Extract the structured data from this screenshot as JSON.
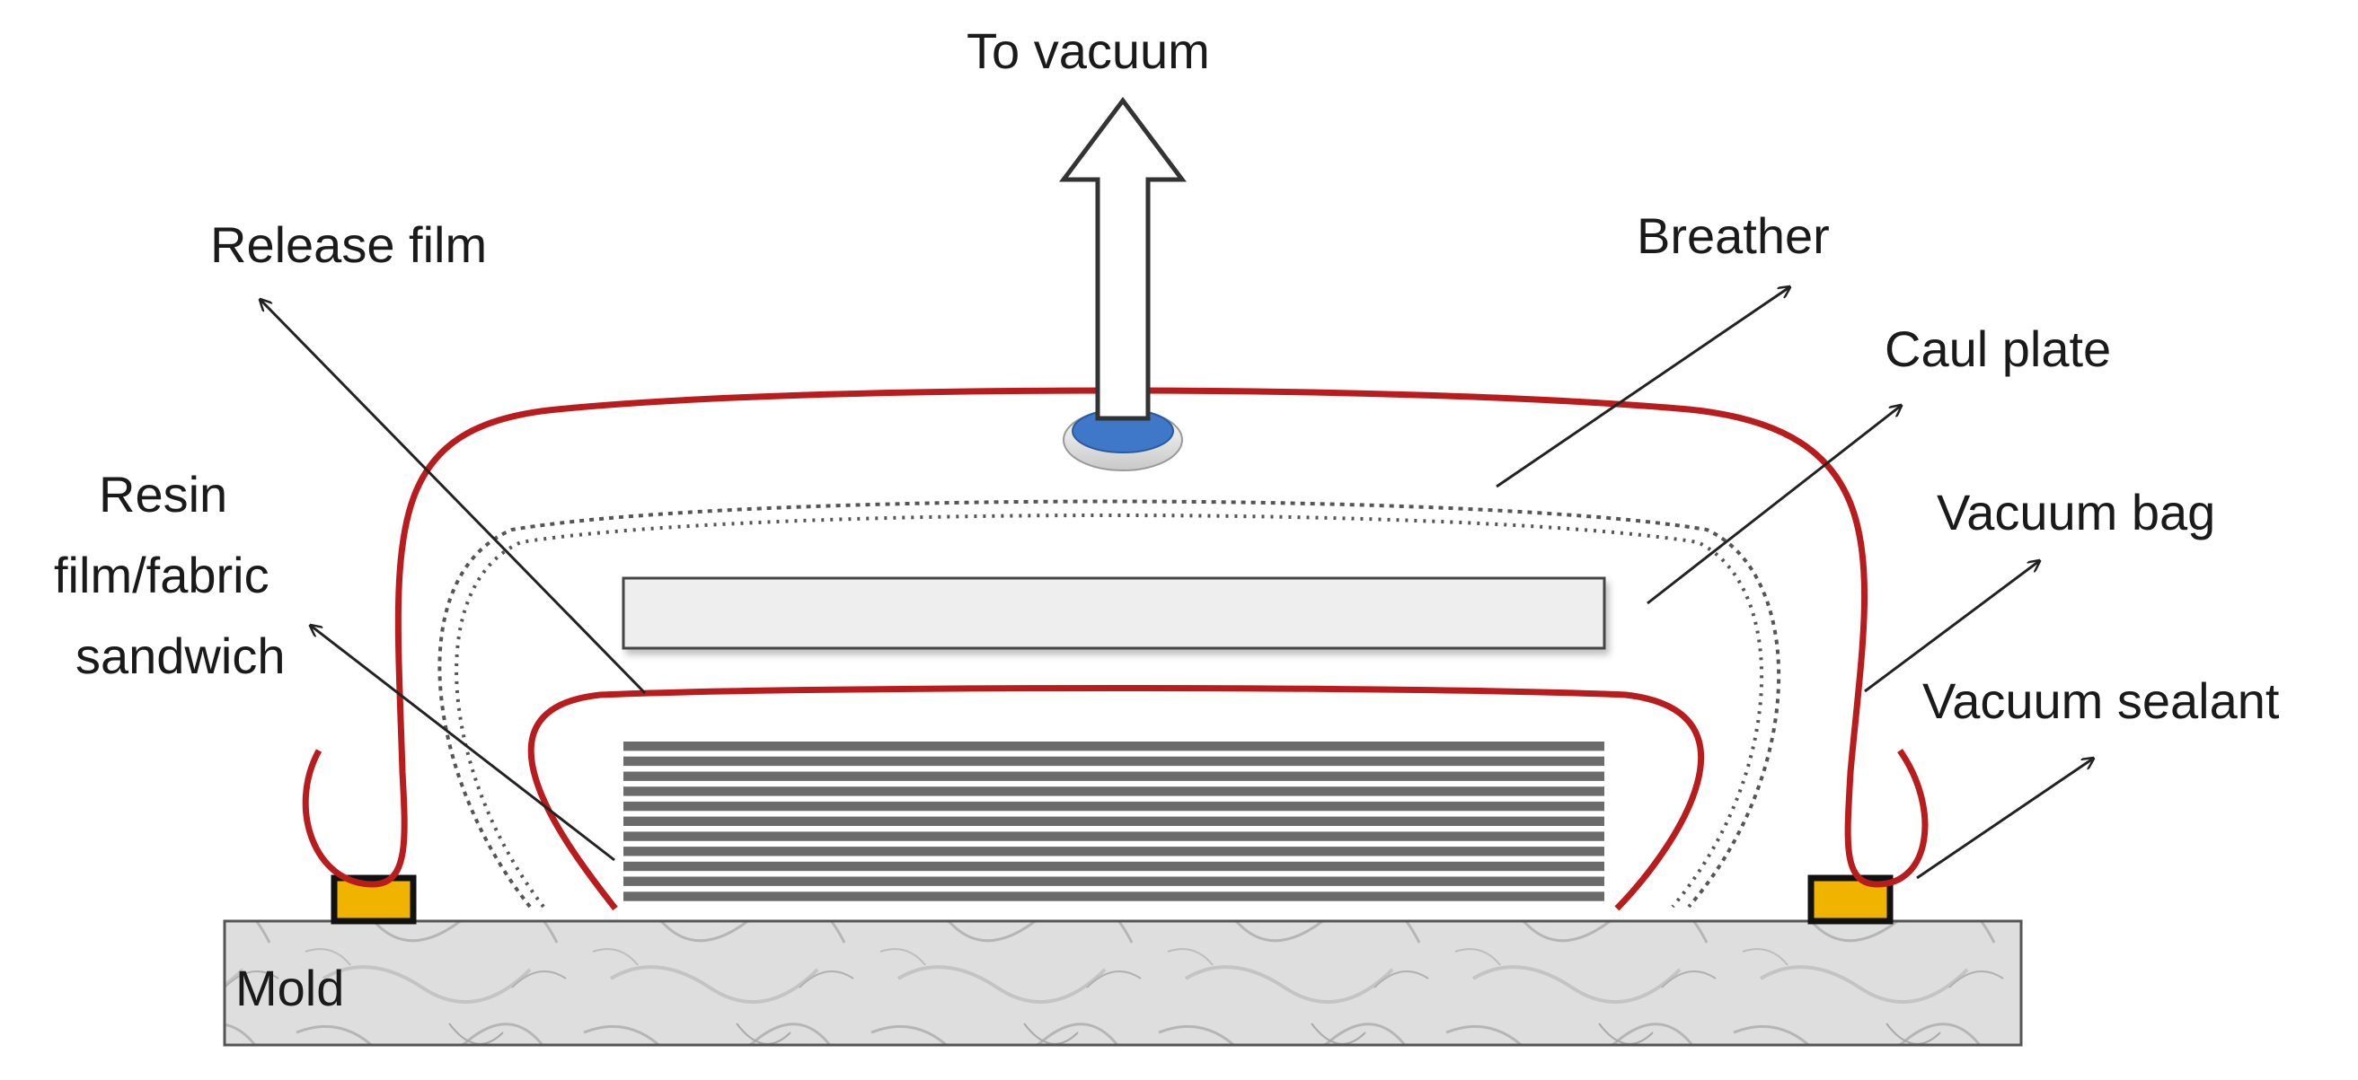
{
  "labels": {
    "to_vacuum": "To vacuum",
    "release_film": "Release film",
    "breather": "Breather",
    "caul_plate": "Caul plate",
    "vacuum_bag": "Vacuum bag",
    "resin_line1": "Resin",
    "resin_line2": "film/fabric",
    "resin_line3": "sandwich",
    "vacuum_sealant": "Vacuum sealant",
    "mold": "Mold"
  },
  "layup": {
    "layer_count": 11
  },
  "colors": {
    "vacuum_bag": "#b81c1c",
    "release_film": "#b81c1c",
    "breather": "#555555",
    "caul_plate_fill": "#eeeeee",
    "caul_plate_stroke": "#444444",
    "fabric_layers": "#6b6b6b",
    "sealant_fill": "#f0b400",
    "sealant_stroke": "#111111",
    "mold_fill": "#d9d9d9",
    "mold_stroke": "#555555",
    "port_fill": "#3f78c8",
    "arrow": "#222222"
  },
  "icons": {
    "vacuum_arrow": "up-hollow-arrow-icon",
    "vacuum_port": "vacuum-port-icon"
  }
}
